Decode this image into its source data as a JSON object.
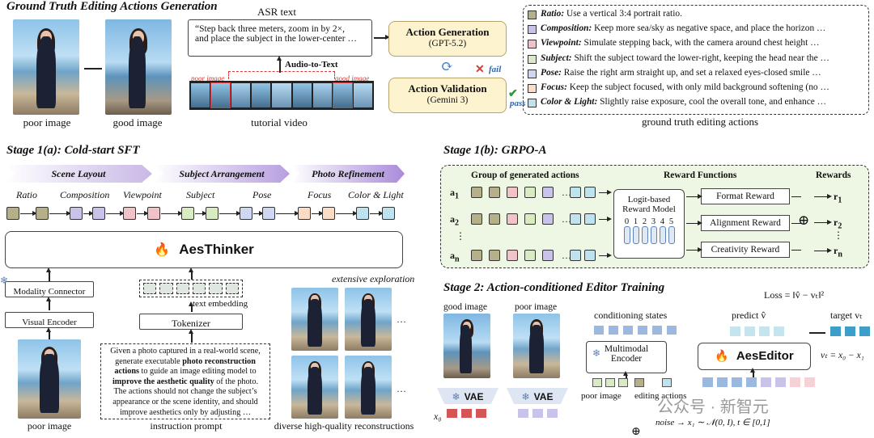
{
  "colors": {
    "ratio": "#b5b08a",
    "composition": "#c9c3ea",
    "viewpoint": "#f2c2c9",
    "subject": "#d9ebc3",
    "pose": "#cfd8f2",
    "focus": "#fbdcc6",
    "color_light": "#bfe3ee",
    "yellow_box": "#fdf3cf",
    "panel_green": "#eef6e4",
    "fail": "#d93a3a",
    "pass": "#2f64b0",
    "vae_red": "#d45555",
    "vae_lilac": "#c9c3ea"
  },
  "top": {
    "title": "Ground Truth Editing Actions Generation",
    "poor_image_caption": "poor image",
    "good_image_caption": "good image",
    "asr_title": "ASR text",
    "asr_text_1": "“Step back three meters, zoom in by 2×,",
    "asr_text_2": "and place the subject in the lower-center …",
    "audio_to_text": "Audio-to-Text",
    "tutorial_poor": "poor image",
    "tutorial_good": "good image",
    "tutorial_caption": "tutorial video",
    "action_generation": "Action Generation",
    "action_generation_model": "(GPT-5.2)",
    "action_validation": "Action Validation",
    "action_validation_model": "(Gemini 3)",
    "fail_label": "fail",
    "pass_label": "pass",
    "gt_caption": "ground truth editing actions",
    "gt_actions": [
      {
        "name": "Ratio:",
        "text": " Use a vertical 3:4 portrait ratio."
      },
      {
        "name": "Composition:",
        "text": " Keep more sea/sky as negative space, and place the horizon …"
      },
      {
        "name": "Viewpoint:",
        "text": " Simulate stepping back, with the camera around chest height …"
      },
      {
        "name": "Subject:",
        "text": " Shift the subject toward the lower-right, keeping the head near the …"
      },
      {
        "name": "Pose:",
        "text": " Raise the right arm straight up, and set a relaxed eyes-closed smile …"
      },
      {
        "name": "Focus:",
        "text": " Keep the subject focused, with only mild background softening (no …"
      },
      {
        "name": "Color & Light:",
        "text": " Slightly raise exposure, cool the overall tone, and enhance …"
      }
    ]
  },
  "stage1a": {
    "title": "Stage 1(a): Cold-start SFT",
    "phases": [
      "Scene Layout",
      "Subject Arrangement",
      "Photo Refinement"
    ],
    "labels": [
      "Ratio",
      "Composition",
      "Viewpoint",
      "Subject",
      "Pose",
      "Focus",
      "Color & Light"
    ],
    "model": "AesThinker",
    "modality_connector": "Modality Connector",
    "visual_encoder": "Visual Encoder",
    "text_embedding": "text embedding",
    "tokenizer": "Tokenizer",
    "poor_image_caption": "poor image",
    "prompt_caption": "instruction prompt",
    "prompt_parts": [
      {
        "t": "Given a photo captured in a real-world scene, generate executable ",
        "b": false
      },
      {
        "t": "photo reconstruction actions",
        "b": true
      },
      {
        "t": " to guide an image editing model to ",
        "b": false
      },
      {
        "t": "improve the aesthetic quality",
        "b": true
      },
      {
        "t": " of the photo. The actions should not change the subject’s appearance or the scene identity, and should improve aesthetics only by adjusting …",
        "b": false
      }
    ],
    "extensive_exploration": "extensive exploration",
    "reconstructions_caption": "diverse high-quality reconstructions",
    "ellipsis": "…"
  },
  "stage1b": {
    "title": "Stage 1(b): GRPO-A",
    "group_header": "Group of generated actions",
    "reward_header": "Reward Functions",
    "rewards_header": "Rewards",
    "rows": [
      {
        "label": "a",
        "sub": "1"
      },
      {
        "label": "a",
        "sub": "2"
      },
      {
        "label": "a",
        "sub": "n"
      }
    ],
    "vdots": "⋮",
    "reward_model_title_1": "Logit-based",
    "reward_model_title_2": "Reward Model",
    "scores": [
      "0",
      "1",
      "2",
      "3",
      "4",
      "5"
    ],
    "reward_functions": [
      "Format Reward",
      "Alignment Reward",
      "Creativity Reward"
    ],
    "outputs": [
      {
        "label": "r",
        "sub": "1"
      },
      {
        "label": "r",
        "sub": "2"
      },
      {
        "label": "r",
        "sub": "n"
      }
    ],
    "oplus": "⊕"
  },
  "stage2": {
    "title": "Stage 2: Action-conditioned Editor Training",
    "loss": "Loss = ‖v̂ − vₜ‖²",
    "good_image": "good image",
    "poor_image": "poor image",
    "conditioning_states": "conditioning states",
    "predict": "predict v̂",
    "target": "target vₜ",
    "multimodal_encoder_1": "Multimodal",
    "multimodal_encoder_2": "Encoder",
    "editor": "AesEditor",
    "vt_eq": "vₜ = x₀ − x₁",
    "vae": "VAE",
    "x0": "x₀",
    "poor_image_small": "poor image",
    "editing_actions": "editing actions",
    "noise": "noise → x₁ ∼ 𝒩(0, I),  t ∈ [0,1]",
    "watermark": "公众号 · 新智元"
  }
}
